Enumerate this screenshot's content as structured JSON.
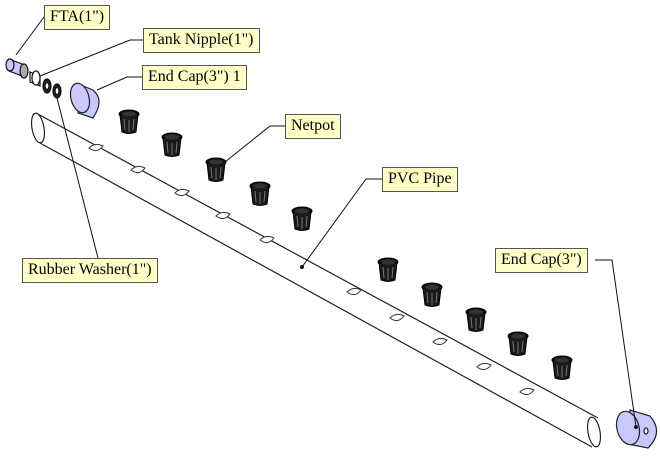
{
  "labels": {
    "fta": "FTA(1\")",
    "tank_nipple": "Tank Nipple(1\")",
    "end_cap_1": "End Cap(3\") 1",
    "netpot": "Netpot",
    "pvc_pipe": "PVC Pipe",
    "rubber_washer": "Rubber Washer(1\")",
    "end_cap_3": "End Cap(3\")"
  },
  "colors": {
    "label_fill": "#ffffc8",
    "end_cap_fill": "#c8c8ff",
    "netpot_fill": "#111111",
    "line": "#222222"
  }
}
